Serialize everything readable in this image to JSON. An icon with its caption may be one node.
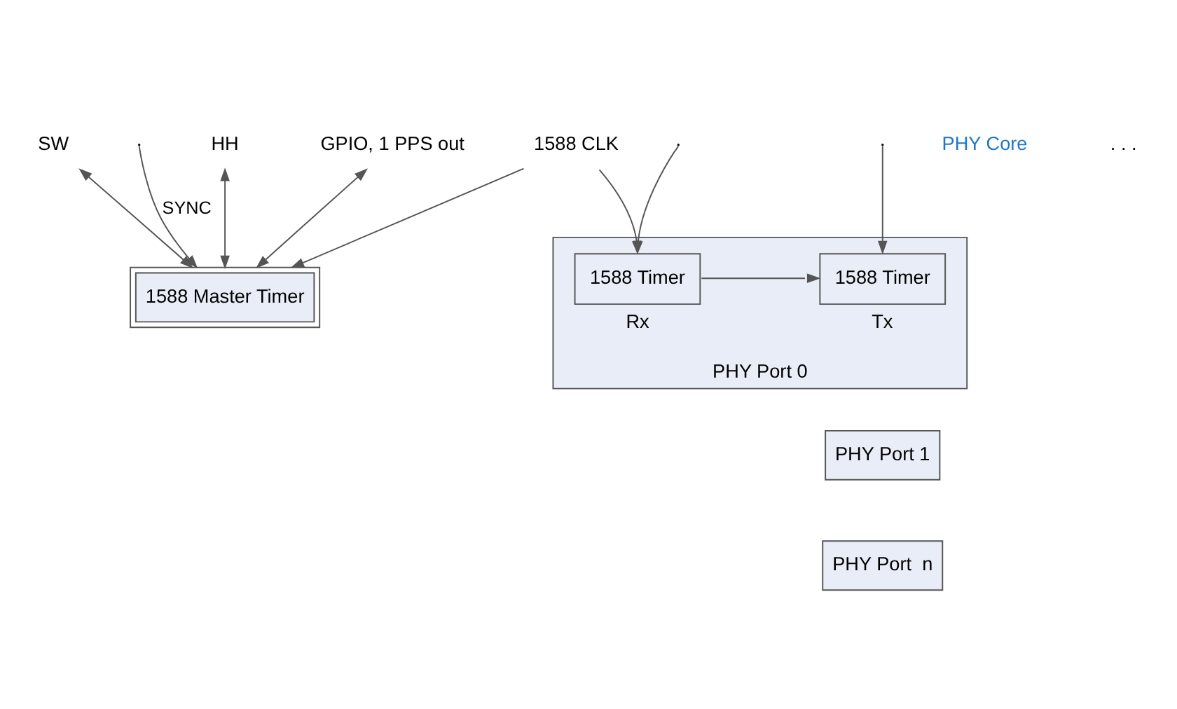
{
  "diagram": {
    "nodes": [
      {
        "text": [
          "SW"
        ]
      },
      {
        "text": [
          "HH"
        ]
      },
      {
        "text": [
          "GPIO, 1 PPS out"
        ]
      },
      {
        "text": [
          "1588 Master Timer"
        ]
      },
      {
        "text": [
          "1588 CLK"
        ]
      },
      {
        "text": [
          "PHY Port 0"
        ]
      },
      {
        "text": [
          "1588 Timer"
        ],
        "in": 5,
        "beside": [
          "Tx"
        ]
      },
      {
        "text": [
          "1588 Timer"
        ],
        "in": 5,
        "beside": [
          "Rx"
        ]
      },
      {
        "text": [
          "PHY Port 1"
        ]
      },
      {
        "text": [
          "PHY Port  n"
        ]
      }
    ],
    "edges": [
      {
        "from": 0,
        "to": 3,
        "arrow": "both"
      },
      {
        "from": 1,
        "to": 3,
        "arrow": "both"
      },
      {
        "from": 2,
        "to": 3,
        "arrow": "both"
      },
      {
        "from": null,
        "to": 3,
        "arrow": "to",
        "label": "SYNC"
      },
      {
        "from": null,
        "to": 6,
        "arrow": "to"
      },
      {
        "from": null,
        "to": 7,
        "arrow": "to"
      },
      {
        "from": 4,
        "to": 3,
        "arrow": "to"
      },
      {
        "from": 4,
        "to": 7,
        "arrow": "to"
      },
      {
        "from": 7,
        "to": 6,
        "arrow": "to"
      }
    ],
    "labels": [
      "PHY Core",
      ". . ."
    ]
  }
}
